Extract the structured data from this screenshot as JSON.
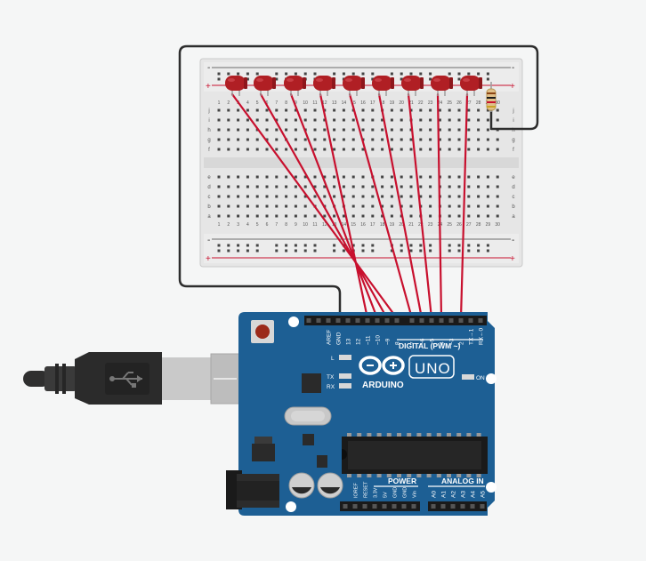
{
  "breadboard": {
    "rail_minus": "-",
    "rail_plus": "+",
    "rows_top": [
      "j",
      "i",
      "h",
      "g",
      "f"
    ],
    "rows_bottom": [
      "e",
      "d",
      "c",
      "b",
      "a"
    ],
    "col_numbers": [
      "1",
      "2",
      "3",
      "4",
      "5",
      "6",
      "7",
      "8",
      "9",
      "10",
      "11",
      "12",
      "13",
      "14",
      "15",
      "16",
      "17",
      "18",
      "19",
      "20",
      "21",
      "22",
      "23",
      "24",
      "25",
      "26",
      "27",
      "28",
      "29",
      "30"
    ]
  },
  "components": {
    "led_count": 9,
    "led_color": "#b01f24",
    "wire_color": "#c8102e",
    "ground_wire_color": "#2d2d2d"
  },
  "arduino": {
    "board_color": "#1d5f94",
    "brand": "ARDUINO",
    "model": "UNO",
    "digital_label": "DIGITAL (PWM ~)",
    "power_label": "POWER",
    "analog_label": "ANALOG IN",
    "on_label": "ON",
    "led_labels": [
      "L",
      "TX",
      "RX"
    ],
    "header_left_pins": [
      "AREF",
      "GND",
      "13",
      "12",
      "~11",
      "~10",
      "~9",
      "8"
    ],
    "header_right_pins": [
      "7",
      "~6",
      "~5",
      "4",
      "~3",
      "2",
      "TX→1",
      "RX←0"
    ],
    "power_pins": [
      "IOREF",
      "RESET",
      "3.3V",
      "5V",
      "GND",
      "GND",
      "Vin"
    ],
    "analog_pins": [
      "A0",
      "A1",
      "A2",
      "A3",
      "A4",
      "A5"
    ]
  }
}
